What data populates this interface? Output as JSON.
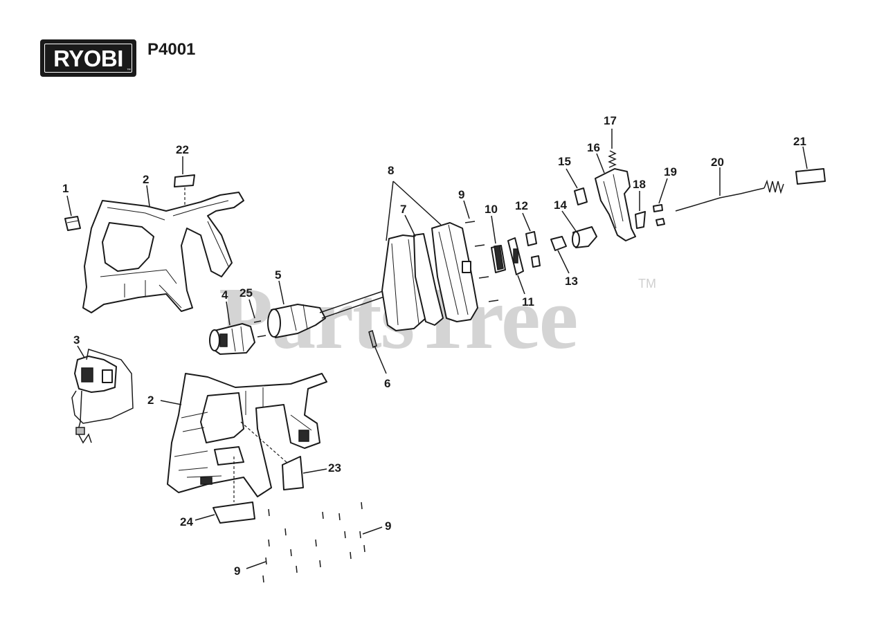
{
  "header": {
    "brand": "RYOBI",
    "model": "P4001"
  },
  "watermark": {
    "text": "PartsTree",
    "trademark": "TM"
  },
  "callouts": {
    "c1": "1",
    "c2a": "2",
    "c2b": "2",
    "c3": "3",
    "c4": "4",
    "c5": "5",
    "c6": "6",
    "c7": "7",
    "c8": "8",
    "c9a": "9",
    "c9b": "9",
    "c9c": "9",
    "c10": "10",
    "c11": "11",
    "c12": "12",
    "c13": "13",
    "c14": "14",
    "c15": "15",
    "c16": "16",
    "c17": "17",
    "c18": "18",
    "c19": "19",
    "c20": "20",
    "c21": "21",
    "c22": "22",
    "c23": "23",
    "c24": "24",
    "c25": "25"
  }
}
